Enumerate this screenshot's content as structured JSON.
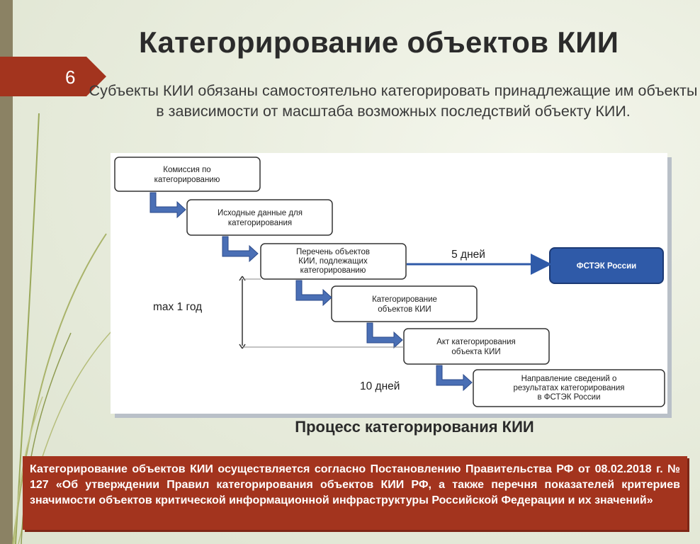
{
  "slide": {
    "number": "6",
    "title": "Категорирование объектов КИИ",
    "subtitle": "Субъекты КИИ обязаны самостоятельно категорировать принадлежащие им объекты в зависимости от масштаба возможных последствий объекту КИИ."
  },
  "diagram": {
    "steps": [
      {
        "line1": "Комиссия по",
        "line2": "категорированию",
        "line3": ""
      },
      {
        "line1": "Исходные данные для",
        "line2": "категорирования",
        "line3": ""
      },
      {
        "line1": "Перечень объектов",
        "line2": "КИИ, подлежащих",
        "line3": "категорированию"
      },
      {
        "line1": "Категорирование",
        "line2": "объектов КИИ",
        "line3": ""
      },
      {
        "line1": "Акт категорирования",
        "line2": "объекта КИИ",
        "line3": ""
      },
      {
        "line1": "Направление сведений о",
        "line2": "результатах категорирования",
        "line3": "в ФСТЭК России"
      }
    ],
    "target": "ФСТЭК России",
    "label_5_days": "5 дней",
    "label_max_year": "max 1 год",
    "label_10_days": "10 дней"
  },
  "caption": "Процесс категорирования КИИ",
  "note": "Категорирование объектов КИИ осуществляется согласно Постановлению Правительства РФ от 08.02.2018 г. № 127 «Об утверждении Правил категорирования объектов КИИ РФ, а также перечня показателей критериев значимости объектов критической информационной инфраструктуры Российской Федерации и их значений»",
  "colors": {
    "accent_red": "#a3341e",
    "arrow_blue": "#4a6fb5",
    "target_blue": "#2f5aa8"
  }
}
